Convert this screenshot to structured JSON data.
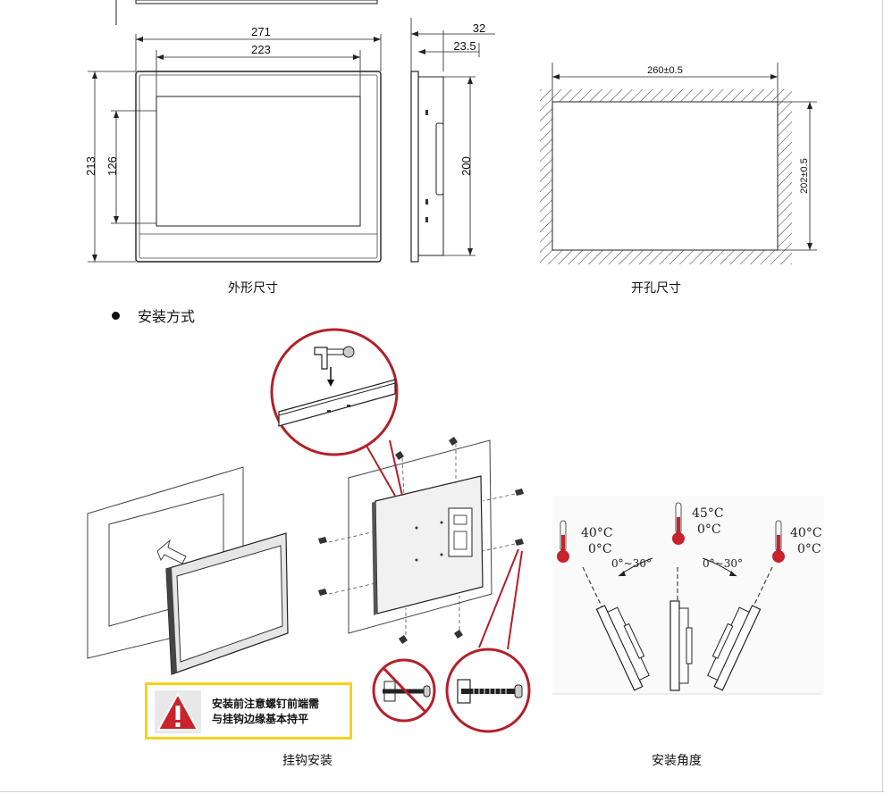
{
  "dimensions": {
    "width_outer": "271",
    "width_inner": "223",
    "height_outer": "213",
    "height_inner": "126",
    "depth_total": "32",
    "depth_body": "23.5",
    "side_height": "200",
    "cutout_width": "260±0.5",
    "cutout_height": "202±0.5"
  },
  "captions": {
    "outline": "外形尺寸",
    "cutout": "开孔尺寸",
    "hook_install": "挂钩安装",
    "install_angle": "安装角度"
  },
  "section": {
    "title": "安装方式"
  },
  "warning": {
    "line1": "安装前注意螺钉前端需",
    "line2": "与挂钩边缘基本持平"
  },
  "angles": {
    "left_max_temp": "40°C",
    "left_min_temp": "0°C",
    "center_max_temp": "45°C",
    "center_min_temp": "0°C",
    "right_max_temp": "40°C",
    "right_min_temp": "0°C",
    "left_range": "0°~30°",
    "right_range": "0°~30°"
  },
  "colors": {
    "accent_red": "#b3202a",
    "warning_yellow": "#f5d21a",
    "thermo_red": "#c8232c"
  }
}
